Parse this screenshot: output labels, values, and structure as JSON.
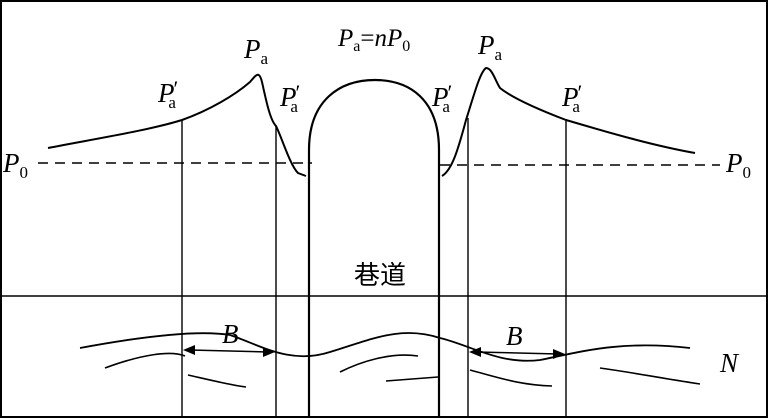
{
  "labels": {
    "P": "P",
    "sub_a": "a",
    "sub_0": "0",
    "prime": "′",
    "eq_equals": "=",
    "eq_n": "n",
    "roadway": "巷道",
    "B": "B",
    "N": "N"
  }
}
